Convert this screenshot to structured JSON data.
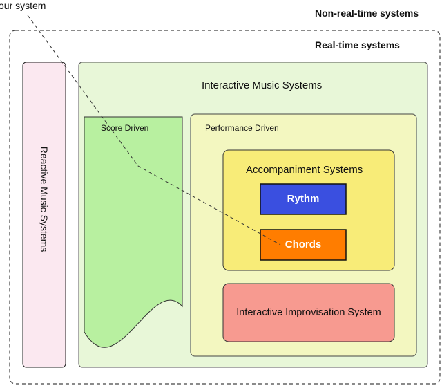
{
  "annotation": {
    "label": "our system"
  },
  "outer_box": {
    "title": "Non-real-time systems"
  },
  "inner_box": {
    "title": "Real-time systems"
  },
  "reactive": {
    "label": "Reactive Music Systems",
    "fill": "#fbe8f0"
  },
  "interactive": {
    "label": "Interactive Music Systems",
    "fill": "#e8f7d8"
  },
  "score_driven": {
    "label": "Score Driven",
    "fill": "#b8f0a0"
  },
  "performance_driven": {
    "label": "Performance Driven",
    "fill": "#f3f7c0"
  },
  "accompaniment": {
    "label": "Accompaniment Systems",
    "fill": "#f8ec78"
  },
  "rythm": {
    "label": "Rythm",
    "fill": "#3a4fe0"
  },
  "chords": {
    "label": "Chords",
    "fill": "#ff7d00"
  },
  "improvisation": {
    "label": "Interactive Improvisation System",
    "fill": "#f79a90"
  }
}
